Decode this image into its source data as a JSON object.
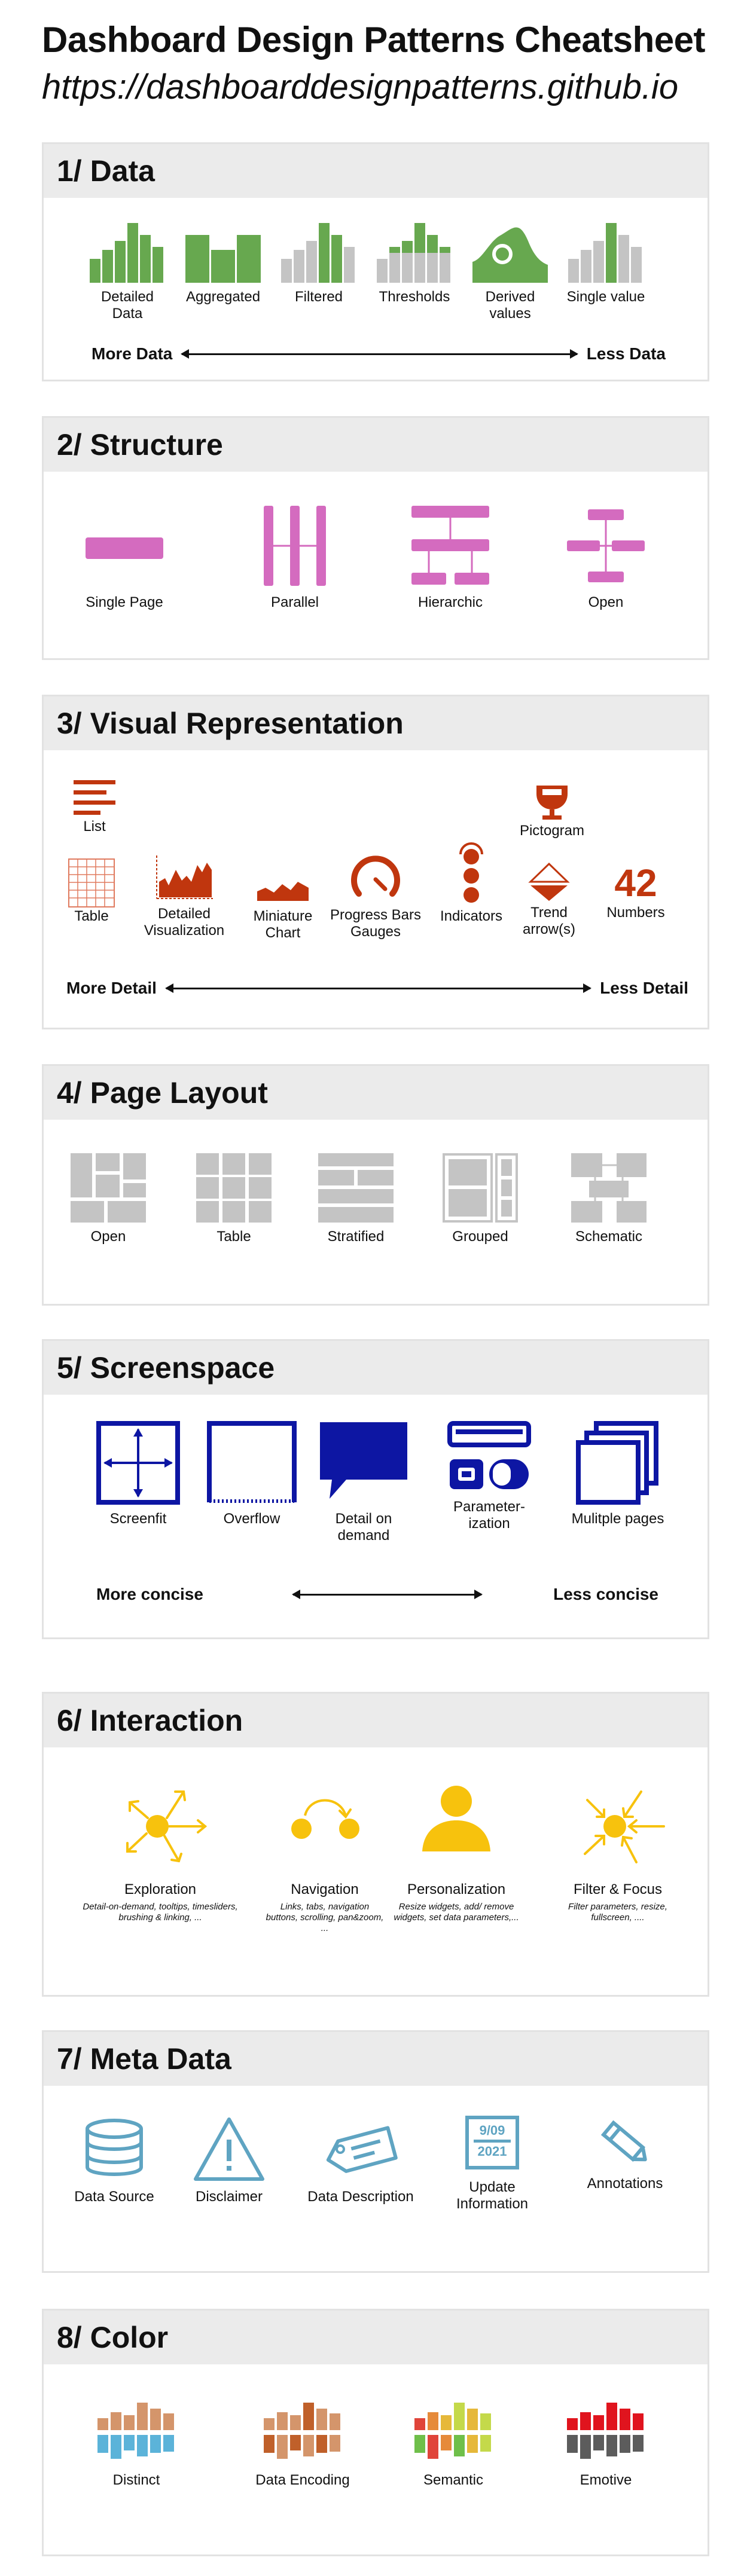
{
  "header": {
    "title": "Dashboard Design Patterns Cheatsheet",
    "url": "https://dashboarddesignpatterns.github.io"
  },
  "colors": {
    "data": "#67a84f",
    "structure": "#d46bbf",
    "visual": "#c0360e",
    "layout": "#c4c4c4",
    "screenspace": "#0d16a3",
    "interaction": "#f7c20d",
    "meta": "#5fa4c2"
  },
  "sections": [
    {
      "title": "1/ Data",
      "items": [
        "Detailed Data",
        "Aggregated",
        "Filtered",
        "Thresholds",
        "Derived values",
        "Single value"
      ],
      "axis": {
        "left": "More Data",
        "right": "Less Data"
      }
    },
    {
      "title": "2/ Structure",
      "items": [
        "Single Page",
        "Parallel",
        "Hierarchic",
        "Open"
      ]
    },
    {
      "title": "3/ Visual Representation",
      "items": {
        "list": "List",
        "pictogram": "Pictogram",
        "table": "Table",
        "detailed": "Detailed Visualization",
        "miniature": "Miniature Chart",
        "progress": "Progress Bars Gauges",
        "indicators": "Indicators",
        "trend": "Trend arrow(s)",
        "numbers": "Numbers",
        "number_value": "42"
      },
      "axis": {
        "left": "More Detail",
        "right": "Less Detail"
      }
    },
    {
      "title": "4/ Page Layout",
      "items": [
        "Open",
        "Table",
        "Stratified",
        "Grouped",
        "Schematic"
      ]
    },
    {
      "title": "5/ Screenspace",
      "items": [
        "Screenfit",
        "Overflow",
        "Detail on demand",
        "Parameter-ization",
        "Mulitple pages"
      ],
      "axis": {
        "left": "More concise",
        "right": "Less concise"
      }
    },
    {
      "title": "6/ Interaction",
      "items": [
        {
          "label": "Exploration",
          "desc": "Detail-on-demand, tooltips, timesliders, brushing & linking, ..."
        },
        {
          "label": "Navigation",
          "desc": "Links, tabs, navigation buttons, scrolling, pan&zoom, ..."
        },
        {
          "label": "Personalization",
          "desc": "Resize widgets, add/ remove widgets, set data parameters,..."
        },
        {
          "label": "Filter & Focus",
          "desc": "Filter parameters, resize, fullscreen, ...."
        }
      ]
    },
    {
      "title": "7/  Meta Data",
      "items": [
        "Data Source",
        "Disclaimer",
        "Data Description",
        "Update Information",
        "Annotations"
      ],
      "calendar": {
        "date": "9/09",
        "year": "2021"
      }
    },
    {
      "title": "8/ Color",
      "items": [
        "Distinct",
        "Data Encoding",
        "Semantic",
        "Emotive"
      ]
    }
  ]
}
